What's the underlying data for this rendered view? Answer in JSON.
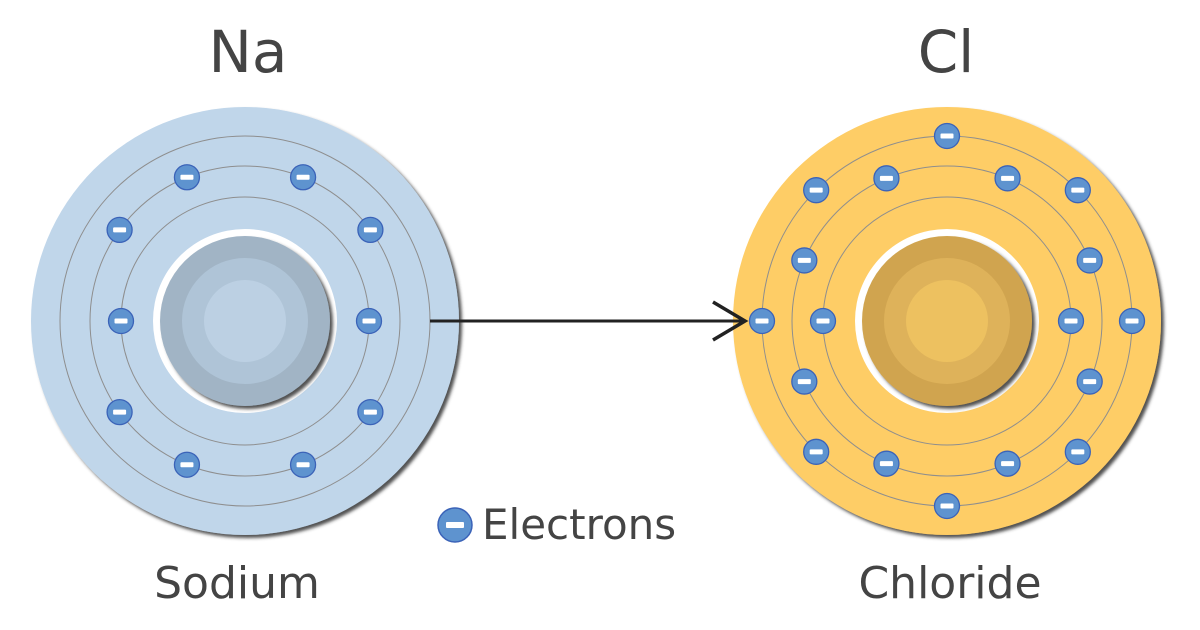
{
  "atoms": [
    {
      "symbol": "Na",
      "name": "Sodium",
      "colors": {
        "disc": "#c0d6ea",
        "nucleus_outer": "#a1b4c5",
        "nucleus_mid": "#afc4d7",
        "nucleus_inner": "#bcd0e3"
      },
      "shells": [
        {
          "electrons": 2,
          "angles": [
            180,
            0
          ]
        },
        {
          "electrons": 8,
          "angles": [
            -112,
            -68,
            -144,
            -36,
            144,
            36,
            112,
            68
          ]
        },
        {
          "electrons": 0,
          "angles": []
        }
      ]
    },
    {
      "symbol": "Cl",
      "name": "Chloride",
      "colors": {
        "disc": "#fecd66",
        "nucleus_outer": "#d0a44f",
        "nucleus_mid": "#deb25a",
        "nucleus_inner": "#edc160"
      },
      "shells": [
        {
          "electrons": 2,
          "angles": [
            180,
            0
          ]
        },
        {
          "electrons": 8,
          "angles": [
            -113,
            -67,
            -157,
            -23,
            157,
            23,
            113,
            67
          ]
        },
        {
          "electrons": 8,
          "angles": [
            -90,
            -135,
            -45,
            180,
            0,
            135,
            45,
            90
          ]
        }
      ]
    }
  ],
  "legend": {
    "label": "Electrons"
  },
  "colors": {
    "electron": "#5e93cf",
    "electron_border": "#3b63b8",
    "arrow": "#222222",
    "orbit": "#8e8e8e"
  }
}
